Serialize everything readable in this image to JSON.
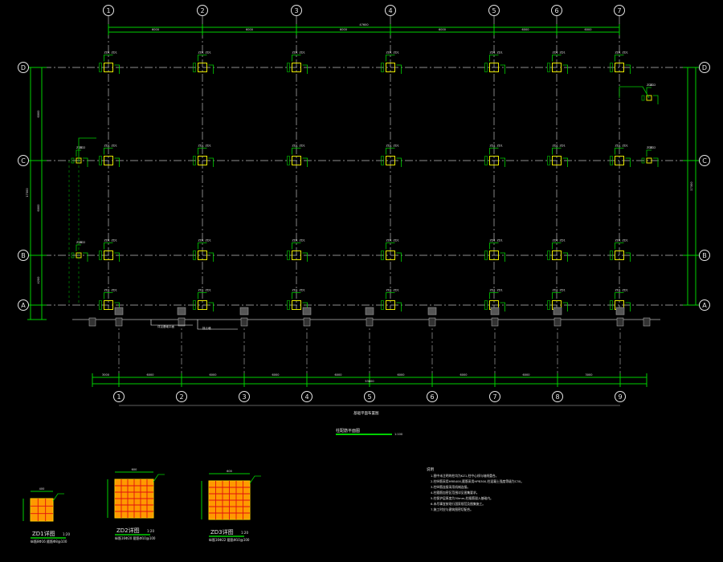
{
  "drawing": {
    "column_grid_labels": [
      "1",
      "2",
      "3",
      "4",
      "5",
      "6",
      "7"
    ],
    "row_grid_labels": [
      "D",
      "C",
      "B",
      "A"
    ],
    "foundation_grid_labels": [
      "1",
      "2",
      "3",
      "4",
      "5",
      "6",
      "7",
      "8",
      "9"
    ],
    "top_total_dim": "47600",
    "top_span_dims": [
      "6000",
      "6000",
      "6000",
      "6000",
      "6000",
      "6000"
    ],
    "left_total_dim": "17300",
    "left_span_dims": [
      "6000",
      "6000",
      "4200"
    ],
    "right_total_dim": "17300",
    "bottom_total_dim": "53800",
    "bottom_span_dims": [
      "3000",
      "6000",
      "6000",
      "6000",
      "6000",
      "6000",
      "6000",
      "6000",
      "3000"
    ],
    "column_tag": "ZD1",
    "column_tag_small": "ZD2",
    "pier_note_1": "详见基础平面",
    "pier_note_2": "挡土墙",
    "foundation_caption": "基础平面布置图",
    "plan_title": "柱配筋平面图",
    "plan_scale": "1:100",
    "detail_titles": [
      "ZD1详图",
      "ZD2详图",
      "ZD3详图"
    ],
    "detail_scales": [
      "1:20",
      "1:20",
      "1:20"
    ],
    "detail_subtitles": [
      "纵筋8Φ16 箍筋Φ8@100",
      "纵筋16Φ20 箍筋Φ10@100",
      "纵筋16Φ22 箍筋Φ10@100"
    ],
    "detail_widths": [
      "400",
      "600",
      "600"
    ],
    "notes_heading": "说明",
    "notes": [
      "1.图中未注明的柱均为KZ1,柱中心线与轴线重合。",
      "2.柱纵筋采用HRB400,箍筋采用HPB300,柱混凝土强度等级为C30。",
      "3.柱纵筋连接采用机械连接。",
      "4.柱箍筋加密区范围详见图集要求。",
      "5.柱保护层厚度为30mm,柱插筋锚入基础内。",
      "6.未尽事宜按现行国家规范及图集施工。",
      "7.施工时应与建筑图密切配合。"
    ]
  }
}
